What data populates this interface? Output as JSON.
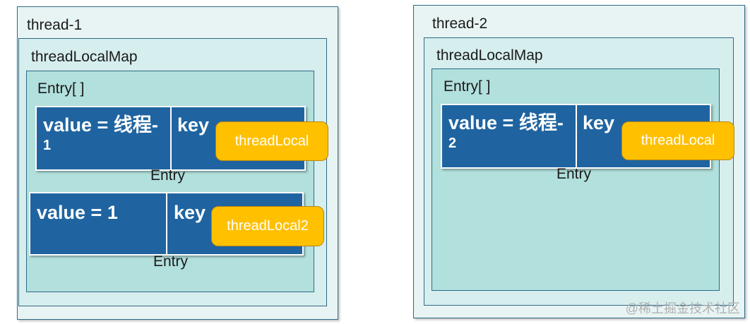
{
  "thread1": {
    "title": "thread-1",
    "map_title": "threadLocalMap",
    "array_title": "Entry[ ]",
    "entries": [
      {
        "value_line1": "value = 线程-",
        "value_line2": "1",
        "key_label": "key",
        "ref": "threadLocal",
        "caption": "Entry"
      },
      {
        "value_line1": "value = 1",
        "value_line2": "",
        "key_label": "key",
        "ref": "threadLocal2",
        "caption": "Entry"
      }
    ]
  },
  "thread2": {
    "title": "thread-2",
    "map_title": "threadLocalMap",
    "array_title": "Entry[ ]",
    "entries": [
      {
        "value_line1": "value = 线程-",
        "value_line2": "2",
        "key_label": "key",
        "ref": "threadLocal",
        "caption": "Entry"
      }
    ]
  },
  "watermark": "@稀土掘金技术社区",
  "colors": {
    "entry_bg": "#1f64a0",
    "threadlocal_bg": "#ffc000",
    "array_bg": "#b2e0dc",
    "map_bg": "#d6eeee",
    "thread_bg": "#e8f4f4"
  }
}
